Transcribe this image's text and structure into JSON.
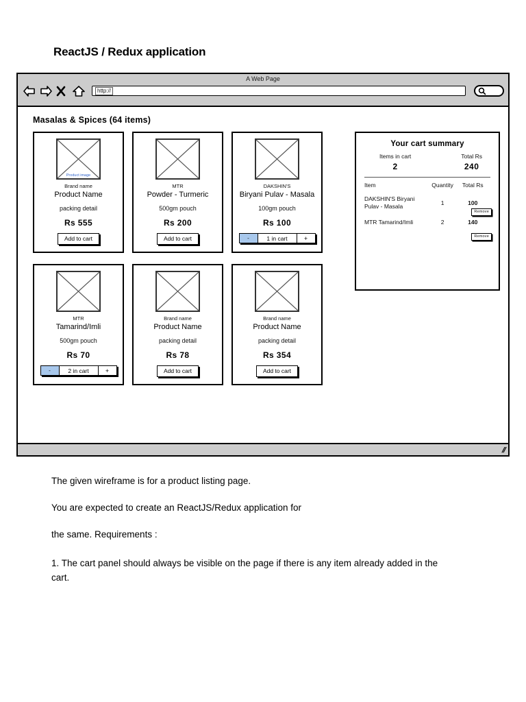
{
  "page": {
    "heading": "ReactJS / Redux application"
  },
  "browser": {
    "title": "A Web Page",
    "url_value": "http://",
    "nav_icons": [
      "back-arrow-icon",
      "forward-arrow-icon",
      "stop-x-icon",
      "home-icon"
    ],
    "search_icon": "magnifier-icon"
  },
  "listing": {
    "section_title": "Masalas & Spices (64 items)",
    "products": [
      {
        "thumb_label": "Product image",
        "brand": "Brand name",
        "name": "Product Name",
        "packing": "packing detail",
        "price": "Rs 555",
        "action": "add",
        "add_label": "Add to cart"
      },
      {
        "thumb_label": "",
        "brand": "MTR",
        "name": "Powder - Turmeric",
        "packing": "500gm pouch",
        "price": "Rs 200",
        "action": "add",
        "add_label": "Add to cart"
      },
      {
        "thumb_label": "",
        "brand": "DAKSHIN'S",
        "name": "Biryani Pulav - Masala",
        "packing": "100gm pouch",
        "price": "Rs 100",
        "action": "stepper",
        "minus_label": "-",
        "count_label": "1 in cart",
        "plus_label": "+"
      },
      {
        "thumb_label": "",
        "brand": "MTR",
        "name": "Tamarind/Imli",
        "packing": "500gm pouch",
        "price": "Rs 70",
        "action": "stepper",
        "minus_label": "-",
        "count_label": "2 in cart",
        "plus_label": "+"
      },
      {
        "thumb_label": "",
        "brand": "Brand name",
        "name": "Product Name",
        "packing": "packing detail",
        "price": "Rs 78",
        "action": "add",
        "add_label": "Add to cart"
      },
      {
        "thumb_label": "",
        "brand": "Brand name",
        "name": "Product Name",
        "packing": "packing detail",
        "price": "Rs 354",
        "action": "add",
        "add_label": "Add to cart"
      }
    ]
  },
  "cart": {
    "title": "Your cart summary",
    "items_label": "Items in cart",
    "items_value": "2",
    "total_label": "Total Rs",
    "total_value": "240",
    "columns": [
      "Item",
      "Quantity",
      "Total Rs"
    ],
    "remove_label": "Remove",
    "rows": [
      {
        "item": "DAKSHIN'S Biryani Pulav - Masala",
        "quantity": "1",
        "total": "100"
      },
      {
        "item": "MTR Tamarind/Imli",
        "quantity": "2",
        "total": "140"
      }
    ]
  },
  "copy": {
    "line1": "The given wireframe is for a product listing page.",
    "line2": "You are expected to create an ReactJS/Redux application for",
    "line3": "the same. Requirements :",
    "line4": " 1. The cart panel should always be visible on the page if there is any item already added in the cart."
  },
  "colors": {
    "chrome": "#cccccc",
    "stepper_active": "#a8c8ec",
    "thumb_label": "#3366cc",
    "ink": "#000000"
  }
}
